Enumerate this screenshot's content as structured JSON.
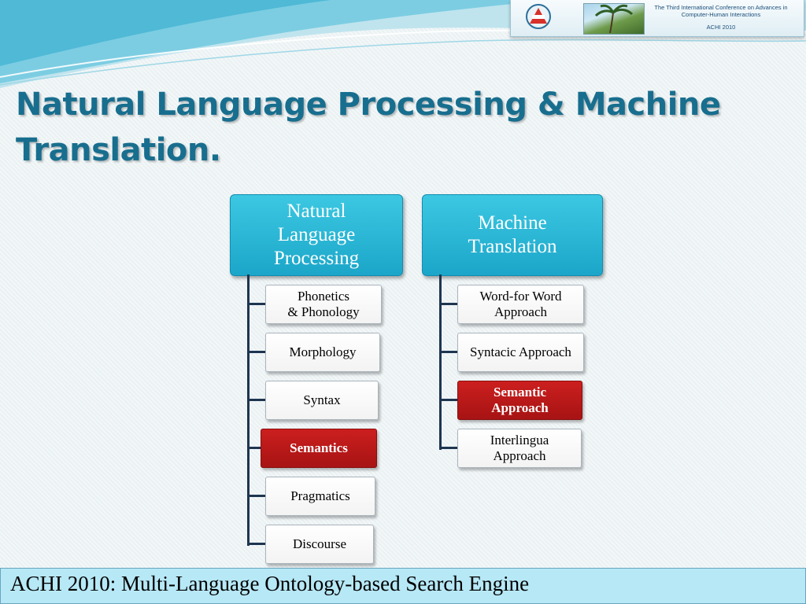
{
  "header": {
    "banner_line1": "The Third International Conference on Advances in",
    "banner_line2": "Computer-Human Interactions",
    "banner_sub": "ACHI 2010"
  },
  "slide": {
    "title_line1": "Natural Language Processing & Machine",
    "title_line2": "Translation."
  },
  "diagram": {
    "nlp": {
      "heading_lines": [
        "Natural",
        "Language",
        "Processing"
      ],
      "items": [
        {
          "lines": [
            "Phonetics",
            "& Phonology"
          ],
          "highlighted": false
        },
        {
          "lines": [
            "Morphology"
          ],
          "highlighted": false
        },
        {
          "lines": [
            "Syntax"
          ],
          "highlighted": false
        },
        {
          "lines": [
            "Semantics"
          ],
          "highlighted": true
        },
        {
          "lines": [
            "Pragmatics"
          ],
          "highlighted": false
        },
        {
          "lines": [
            "Discourse"
          ],
          "highlighted": false
        }
      ]
    },
    "mt": {
      "heading_lines": [
        "Machine",
        "Translation"
      ],
      "items": [
        {
          "lines": [
            "Word-for Word",
            "Approach"
          ],
          "highlighted": false
        },
        {
          "lines": [
            "Syntacic Approach"
          ],
          "highlighted": false
        },
        {
          "lines": [
            "Semantic",
            "Approach"
          ],
          "highlighted": true
        },
        {
          "lines": [
            "Interlingua",
            "Approach"
          ],
          "highlighted": false
        }
      ]
    }
  },
  "footer": {
    "text": "ACHI 2010: Multi-Language Ontology-based Search Engine"
  },
  "colors": {
    "heading_box": "#1ba6c9",
    "highlight": "#b71818",
    "title": "#186e8e",
    "footer_bg": "#b7e8f6"
  }
}
